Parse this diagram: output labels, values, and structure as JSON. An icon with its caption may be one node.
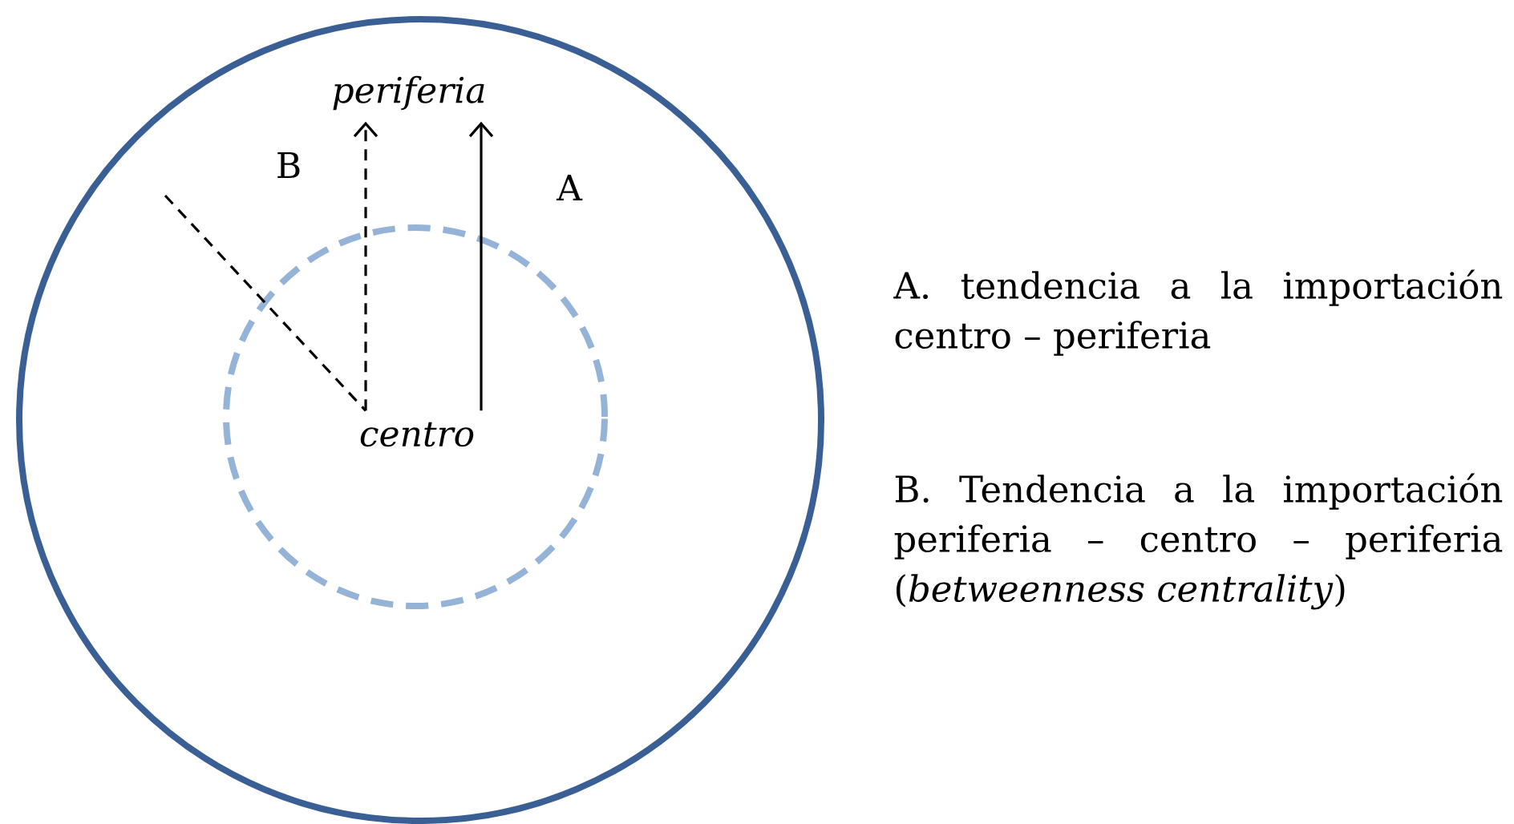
{
  "diagram": {
    "nodes": [
      {
        "text": [],
        "shape": "circle"
      },
      {
        "text": [
          "periferia"
        ],
        "in": 0
      },
      {
        "text": [],
        "shape": "circle",
        "in": 0
      },
      {
        "text": [
          "centro"
        ],
        "in": 2
      }
    ],
    "edges": [
      {
        "from": 3,
        "to": 1,
        "arrow": "to",
        "label": "A"
      },
      {
        "from": null,
        "to": 3,
        "arrow": "none",
        "style": "dashed"
      },
      {
        "from": 3,
        "to": 1,
        "arrow": "to",
        "style": "dashed",
        "label": "B"
      }
    ],
    "labels": [
      "A. tendencia a la importación centro – periferia",
      "B. Tendencia a la importación periferia – centro – periferia (*betweenness centrality*)"
    ]
  }
}
